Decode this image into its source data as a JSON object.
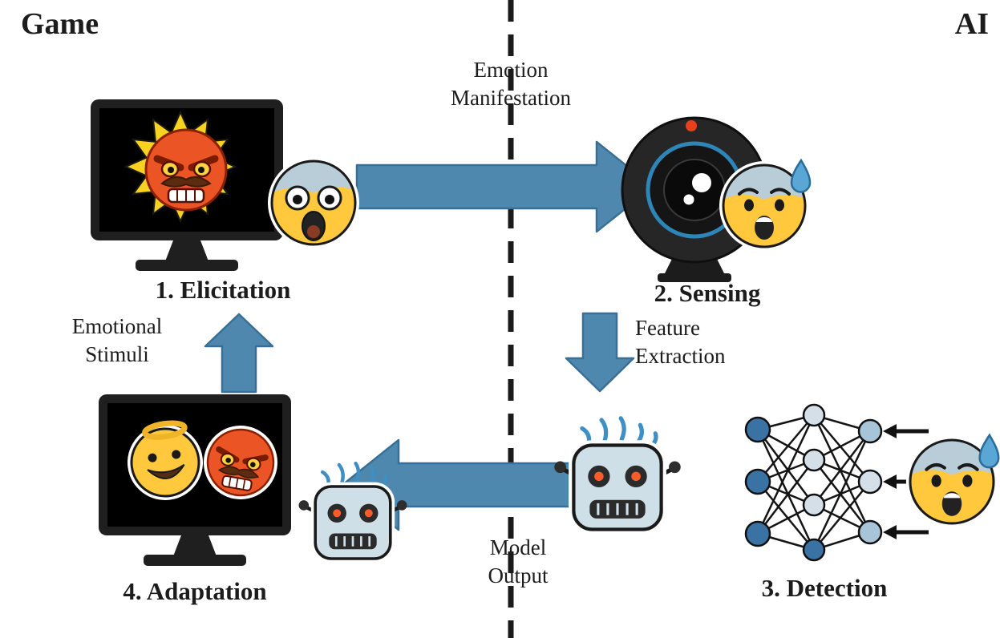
{
  "figure": {
    "left_domain_label": "Game",
    "right_domain_label": "AI",
    "stages": [
      {
        "id": "elicitation",
        "label": "1. Elicitation"
      },
      {
        "id": "sensing",
        "label": "2. Sensing"
      },
      {
        "id": "detection",
        "label": "3. Detection"
      },
      {
        "id": "adaptation",
        "label": "4. Adaptation"
      }
    ],
    "transitions": [
      {
        "from": "elicitation",
        "to": "sensing",
        "line1": "Emotion",
        "line2": "Manifestation"
      },
      {
        "from": "sensing",
        "to": "detection",
        "line1": "Feature",
        "line2": "Extraction"
      },
      {
        "from": "detection",
        "to": "adaptation",
        "line1": "Model",
        "line2": "Output"
      },
      {
        "from": "adaptation",
        "to": "elicitation",
        "line1": "Emotional",
        "line2": "Stimuli"
      }
    ],
    "icons": {
      "elicitation": [
        "monitor-icon",
        "starburst-icon",
        "angry-face-icon",
        "screaming-face-icon"
      ],
      "sensing": [
        "webcam-icon",
        "anxious-sweat-face-icon"
      ],
      "detection": [
        "robot-face-icon",
        "neural-network-icon",
        "anxious-sweat-face-icon",
        "input-arrow-icon"
      ],
      "adaptation": [
        "monitor-icon",
        "angel-face-icon",
        "angry-face-icon",
        "robot-face-icon"
      ]
    },
    "colors": {
      "arrow_fill": "#4e88af",
      "arrow_outline": "#3a6f95",
      "divider": "#1a1a1a",
      "emoji_yellow": "#ffc83d",
      "emoji_blue_top": "#b9cdd9",
      "angry_red": "#eb5424",
      "starburst_yellow": "#f7d21e",
      "robot_body": "#cfdfe8",
      "robot_eye": "#ff5a2a",
      "network_node_dark": "#3a72a4",
      "network_node_light": "#d5dfe8",
      "network_node_medium": "#a8c4d8",
      "sweat_drop": "#5aa7d6",
      "webcam_ring": "#2e86b8",
      "indicator_red": "#e8401c"
    }
  }
}
